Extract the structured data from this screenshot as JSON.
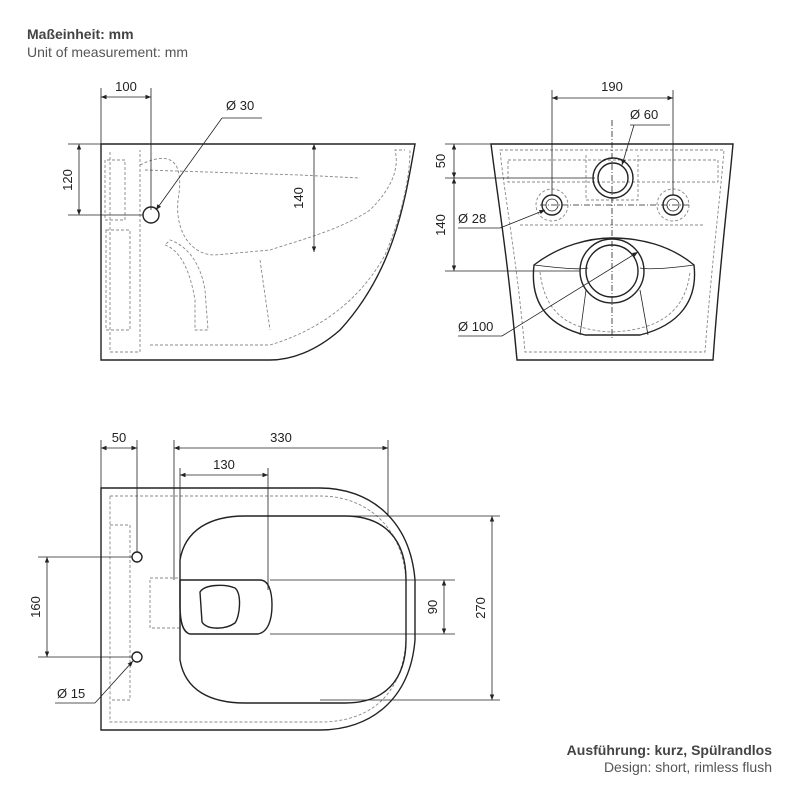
{
  "header": {
    "unit_de": "Maßeinheit: mm",
    "unit_en": "Unit of measurement: mm"
  },
  "footer": {
    "design_de": "Ausführung: kurz, Spülrandlos",
    "design_en": "Design: short, rimless flush"
  },
  "side_view": {
    "dim_width": "100",
    "dim_height_left": "120",
    "dim_inlet_diameter": "Ø 30",
    "dim_depth": "140"
  },
  "rear_view": {
    "dim_bolt_spacing": "190",
    "dim_inlet": "Ø 60",
    "dim_top": "50",
    "dim_height": "140",
    "dim_bolt_holes": "Ø 28",
    "dim_outlet": "Ø 100"
  },
  "top_view": {
    "dim_rear": "50",
    "dim_length": "330",
    "dim_bowl": "130",
    "dim_hole_spacing": "160",
    "dim_bowl_width": "90",
    "dim_width": "270",
    "dim_hole_diameter": "Ø 15"
  }
}
